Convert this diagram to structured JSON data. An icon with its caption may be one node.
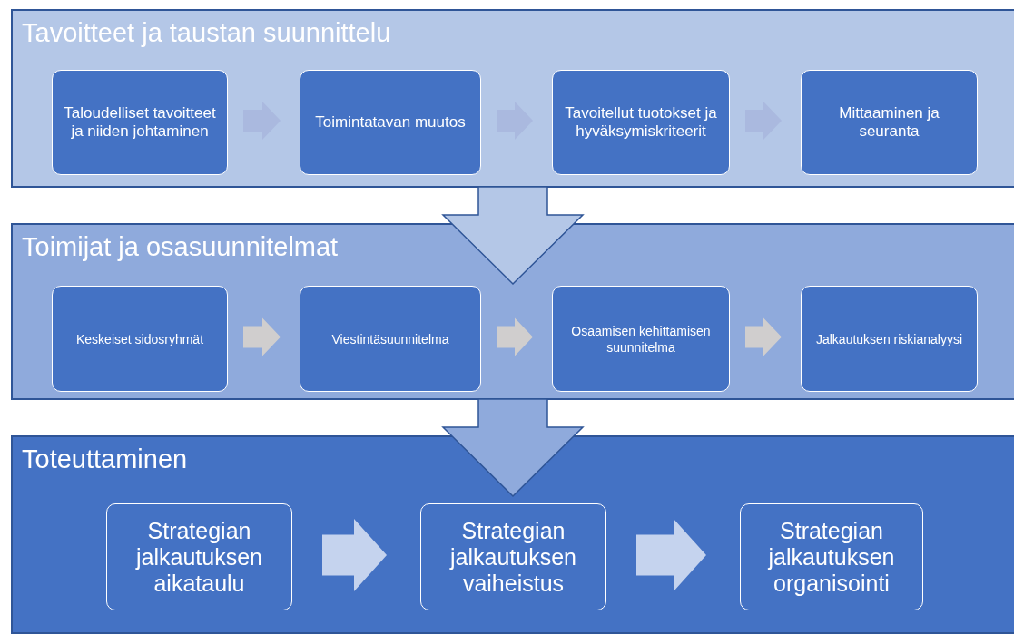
{
  "diagram": {
    "nodes": [
      {
        "text": [
          "Tavoitteet ja taustan suunnittelu"
        ]
      },
      {
        "text": [
          "Taloudelliset tavoitteet ja niiden johtaminen"
        ],
        "in": 0
      },
      {
        "text": [
          "Toimintatavan muutos"
        ],
        "in": 0
      },
      {
        "text": [
          "Tavoitellut tuotokset ja hyväksymiskriteerit"
        ],
        "in": 0
      },
      {
        "text": [
          "Mittaaminen ja seuranta"
        ],
        "in": 0
      },
      {
        "text": [
          "Toimijat ja osasuunnitelmat"
        ]
      },
      {
        "text": [
          "Keskeiset sidosryhmät"
        ],
        "in": 5
      },
      {
        "text": [
          "Viestintäsuunnitelma"
        ],
        "in": 5
      },
      {
        "text": [
          "Osaamisen kehittämisen suunnitelma"
        ],
        "in": 5
      },
      {
        "text": [
          "Jalkautuksen riskianalyysi"
        ],
        "in": 5
      },
      {
        "text": [
          "Toteuttaminen"
        ]
      },
      {
        "text": [
          "Strategian jalkautuksen aikataulu"
        ],
        "in": 10
      },
      {
        "text": [
          "Strategian jalkautuksen vaiheistus"
        ],
        "in": 10
      },
      {
        "text": [
          "Strategian jalkautuksen organisointi"
        ],
        "in": 10
      }
    ],
    "edges": [
      {
        "from": 1,
        "to": 2,
        "arrow": "to",
        "color": "#aab9df"
      },
      {
        "from": 2,
        "to": 3,
        "arrow": "to",
        "color": "#aab9df"
      },
      {
        "from": 3,
        "to": 4,
        "arrow": "to",
        "color": "#aab9df"
      },
      {
        "from": 6,
        "to": 7,
        "arrow": "to",
        "color": "#d0cece"
      },
      {
        "from": 7,
        "to": 8,
        "arrow": "to",
        "color": "#d0cece"
      },
      {
        "from": 8,
        "to": 9,
        "arrow": "to",
        "color": "#d0cece"
      },
      {
        "from": 11,
        "to": 12,
        "arrow": "to",
        "color": "#c5d3ee"
      },
      {
        "from": 12,
        "to": 13,
        "arrow": "to",
        "color": "#c5d3ee"
      },
      {
        "from": 0,
        "to": 5,
        "arrow": "to",
        "color": "#b4c7e7"
      },
      {
        "from": 5,
        "to": 10,
        "arrow": "to",
        "color": "#8faadc"
      }
    ]
  }
}
